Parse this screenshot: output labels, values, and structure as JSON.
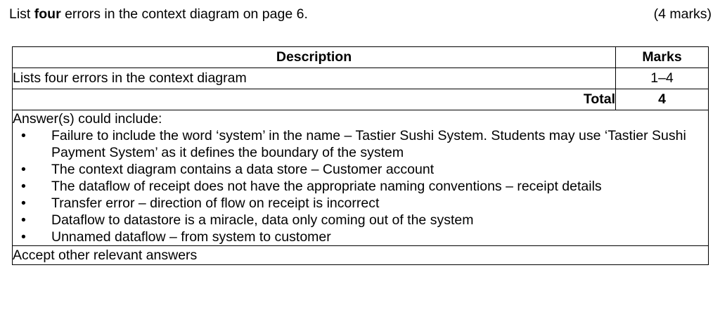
{
  "question": {
    "prefix": "List ",
    "bold_word": "four",
    "suffix": " errors in the context diagram on page 6.",
    "marks": "(4 marks)"
  },
  "mark_table": {
    "headers": {
      "description": "Description",
      "marks": "Marks"
    },
    "rows": [
      {
        "description": "Lists four errors in the context diagram",
        "marks": "1–4"
      }
    ],
    "total": {
      "label": "Total",
      "value": "4"
    },
    "answers": {
      "intro": "Answer(s) could include:",
      "bullet_glyph": "•",
      "items": [
        "Failure to include the word ‘system’ in the name – Tastier Sushi System. Students may use ‘Tastier Sushi Payment System’ as it defines the boundary of the system",
        "The context diagram contains a data store – Customer account",
        "The dataflow of receipt does not have the appropriate naming conventions – receipt details",
        "Transfer error – direction of flow on receipt is incorrect",
        "Dataflow to datastore is a miracle, data only coming out of the system",
        "Unnamed dataflow – from system to customer"
      ]
    },
    "accept_note": "Accept other relevant answers"
  }
}
